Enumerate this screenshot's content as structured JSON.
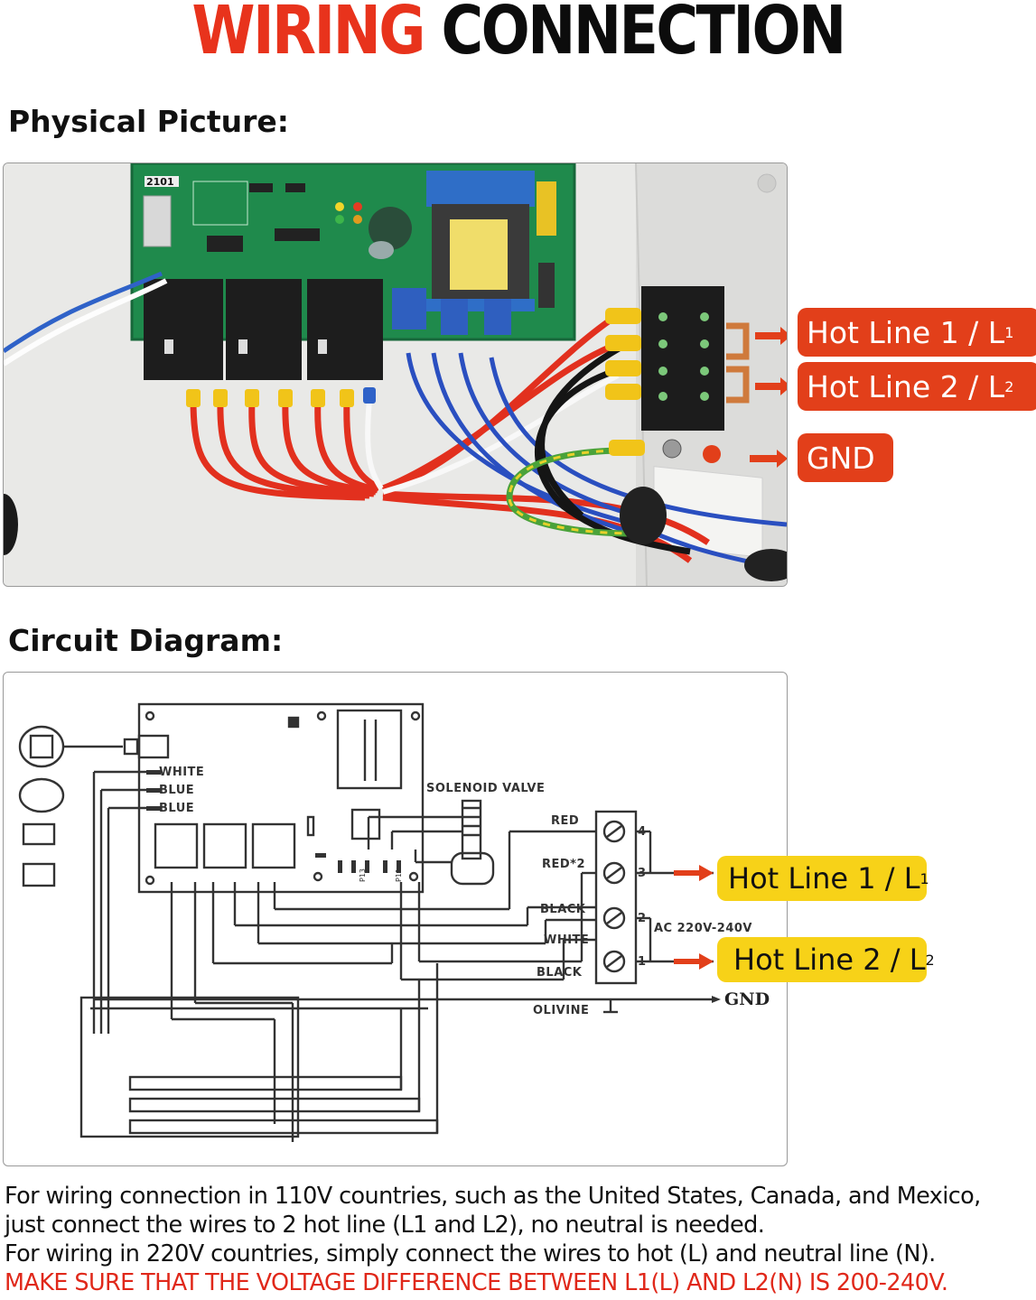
{
  "title": {
    "word1": "WIRING",
    "word2": "CONNECTION"
  },
  "physical": {
    "heading": "Physical Picture:",
    "board_label": "2101",
    "callouts": [
      {
        "text": "Hot Line 1 / L",
        "sub": "1"
      },
      {
        "text": "Hot Line 2 / L",
        "sub": "2"
      },
      {
        "text": "GND",
        "sub": ""
      }
    ]
  },
  "circuit": {
    "heading": "Circuit Diagram:",
    "labels": {
      "white": "WHITE",
      "blue1": "BLUE",
      "blue2": "BLUE",
      "solenoid": "SOLENOID VALVE",
      "red": "RED",
      "red2": "RED*2",
      "black1": "BLACK",
      "white2": "WHITE",
      "black2": "BLACK",
      "olivine": "OLIVINE",
      "ac": "AC 220V-240V",
      "gnd": "GND",
      "t4": "4",
      "t3": "3",
      "t2": "2",
      "t1": "1",
      "p13": "P13",
      "p11": "P11"
    },
    "callouts": [
      {
        "text": "Hot Line 1 / L",
        "sub": "1"
      },
      {
        "text": "Hot Line 2 / L",
        "sub": "2"
      }
    ]
  },
  "notes": [
    "For wiring connection in 110V countries, such as the United States, Canada, and Mexico,",
    "just connect the wires to 2 hot line (L1 and L2), no neutral is needed.",
    "For wiring in 220V countries, simply connect the wires to hot (L) and neutral line (N).",
    "MAKE SURE THAT THE VOLTAGE DIFFERENCE BETWEEN L1(L) AND L2(N) IS 200-240V."
  ],
  "colors": {
    "title_red": "#e8331c",
    "callout_red": "#e23f1a",
    "callout_yellow": "#f7d218",
    "warning_red": "#e0281a",
    "pcb_green": "#1f8a4c",
    "wire_red": "#e2301e"
  }
}
